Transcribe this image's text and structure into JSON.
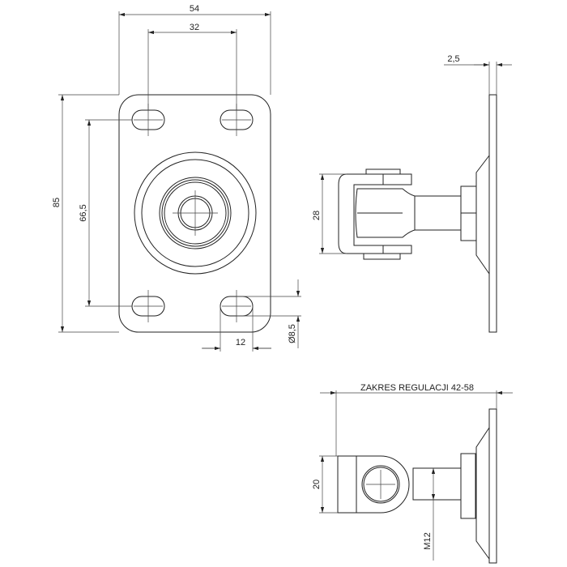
{
  "dimensions": {
    "width_54": "54",
    "spacing_32": "32",
    "height_85": "85",
    "spacing_66_5": "66,5",
    "slot_12": "12",
    "hole_dia": "Ø8,5",
    "thickness_2_5": "2,5",
    "height_28": "28",
    "adjust_range": "ZAKRES REGULACJI 42-58",
    "height_20": "20",
    "thread_m12": "M12"
  },
  "colors": {
    "line": "#222222",
    "background": "#ffffff"
  }
}
